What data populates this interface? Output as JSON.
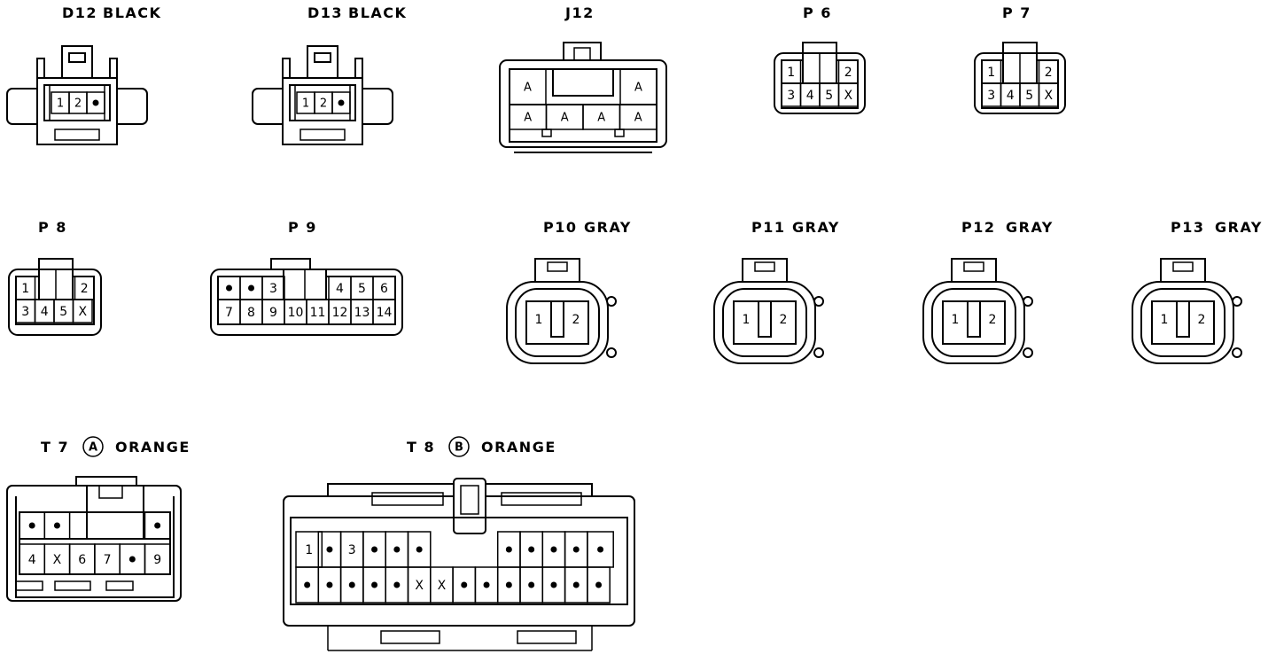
{
  "connectors": {
    "d12": {
      "name": "D12",
      "color": "BLACK",
      "pins": [
        "1",
        "2",
        "•"
      ]
    },
    "d13": {
      "name": "D13",
      "color": "BLACK",
      "pins": [
        "1",
        "2",
        "•"
      ]
    },
    "j12": {
      "name": "J12",
      "pins_top": [
        "A",
        "A"
      ],
      "pins_bottom": [
        "A",
        "A",
        "A",
        "A"
      ]
    },
    "p6": {
      "name": "P 6",
      "pins_top": [
        "1",
        "2"
      ],
      "pins_bottom": [
        "3",
        "4",
        "5",
        "X"
      ]
    },
    "p7": {
      "name": "P 7",
      "pins_top": [
        "1",
        "2"
      ],
      "pins_bottom": [
        "3",
        "4",
        "5",
        "X"
      ]
    },
    "p8": {
      "name": "P 8",
      "pins_top": [
        "1",
        "2"
      ],
      "pins_bottom": [
        "3",
        "4",
        "5",
        "X"
      ]
    },
    "p9": {
      "name": "P 9",
      "pins_top": [
        "•",
        "•",
        "3",
        "4",
        "5",
        "6"
      ],
      "pins_bottom": [
        "7",
        "8",
        "9",
        "10",
        "11",
        "12",
        "13",
        "14"
      ]
    },
    "p10": {
      "name": "P10",
      "color": "GRAY",
      "pins": [
        "1",
        "2"
      ]
    },
    "p11": {
      "name": "P11",
      "color": "GRAY",
      "pins": [
        "1",
        "2"
      ]
    },
    "p12": {
      "name": "P12",
      "color": "GRAY",
      "pins": [
        "1",
        "2"
      ]
    },
    "p13": {
      "name": "P13",
      "color": "GRAY",
      "pins": [
        "1",
        "2"
      ]
    },
    "t7": {
      "name": "T 7",
      "badge": "A",
      "color": "ORANGE",
      "pins_top": [
        "•",
        "•",
        "•"
      ],
      "pins_bottom": [
        "4",
        "X",
        "6",
        "7",
        "•",
        "9"
      ]
    },
    "t8": {
      "name": "T 8",
      "badge": "B",
      "color": "ORANGE",
      "pins_top": [
        "1",
        "•",
        "3",
        "•",
        "•",
        "•",
        "•",
        "•",
        "•",
        "•",
        "•"
      ],
      "pins_bottom": [
        "•",
        "•",
        "•",
        "•",
        "•",
        "X",
        "X",
        "•",
        "•",
        "•",
        "•",
        "•",
        "•",
        "•"
      ]
    }
  }
}
